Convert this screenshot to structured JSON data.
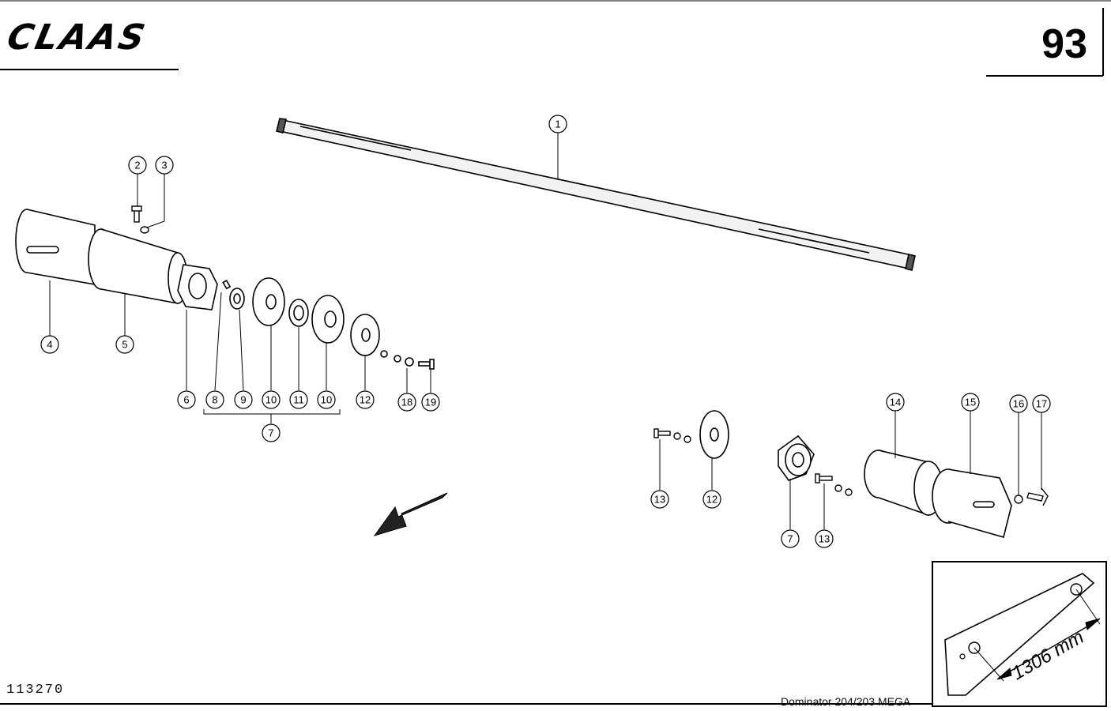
{
  "header": {
    "brand": "CLAAS",
    "page_number": "93"
  },
  "footer": {
    "drawing_number": "113270",
    "model": "Dominator 204/203 MEGA"
  },
  "inset": {
    "dimension": "1306 mm"
  },
  "callouts": {
    "c1": "1",
    "c2": "2",
    "c3": "3",
    "c4": "4",
    "c5": "5",
    "c6": "6",
    "c7a": "7",
    "c8": "8",
    "c9": "9",
    "c10a": "10",
    "c11": "11",
    "c10b": "10",
    "c12a": "12",
    "c18": "18",
    "c19": "19",
    "c13a": "13",
    "c12b": "12",
    "c7b": "7",
    "c13b": "13",
    "c14": "14",
    "c15": "15",
    "c16": "16",
    "c17": "17"
  }
}
